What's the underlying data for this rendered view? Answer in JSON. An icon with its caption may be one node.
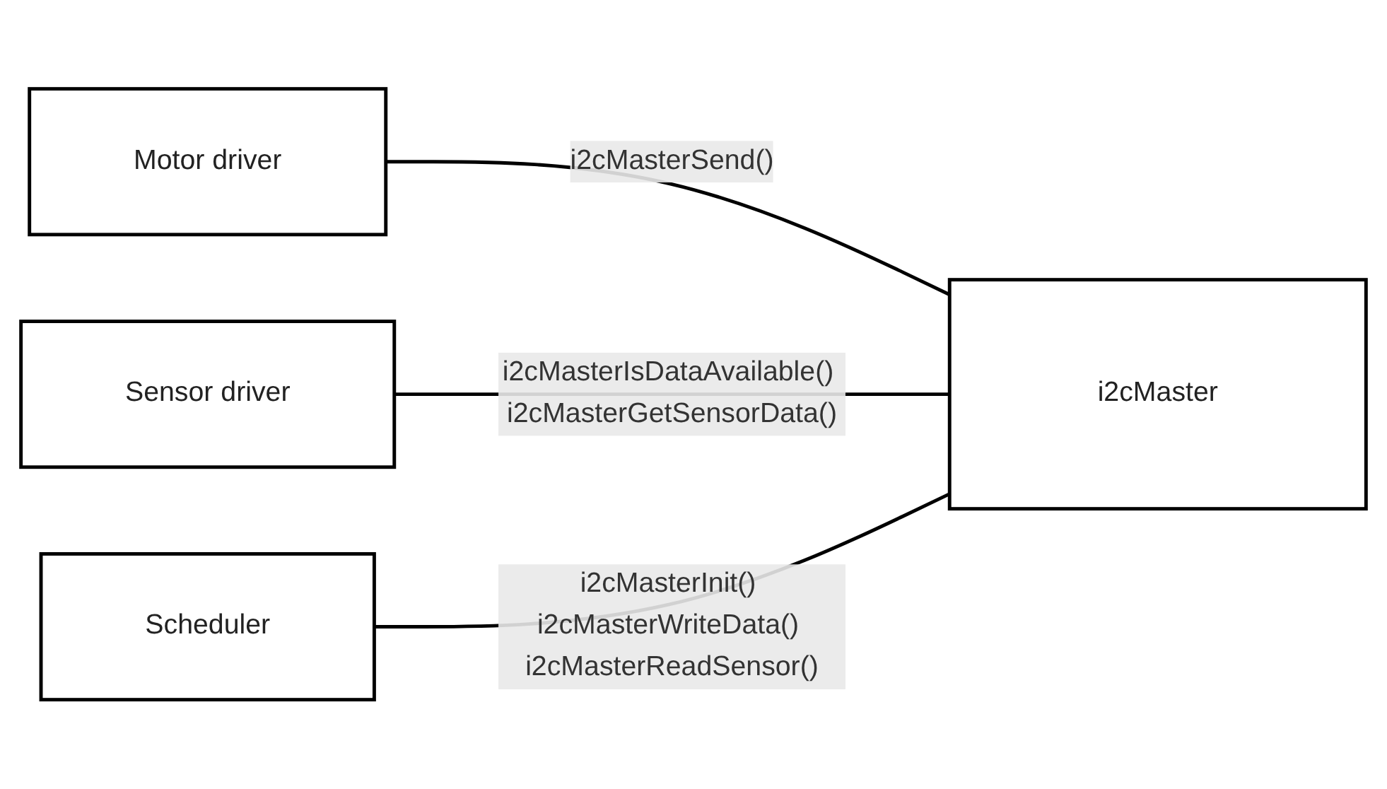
{
  "diagram": {
    "nodes": [
      {
        "text": [
          "Motor driver"
        ]
      },
      {
        "text": [
          "Sensor driver"
        ]
      },
      {
        "text": [
          "Scheduler"
        ]
      },
      {
        "text": [
          "i2cMaster"
        ]
      }
    ],
    "edges": [
      {
        "from": 0,
        "to": 3,
        "arrow": "none",
        "label": "i2cMasterSend()"
      },
      {
        "from": 1,
        "to": 3,
        "arrow": "none",
        "label": "i2cMasterIsDataAvailable() i2cMasterGetSensorData()"
      },
      {
        "from": 2,
        "to": 3,
        "arrow": "none",
        "label": "i2cMasterInit() i2cMasterWriteData() i2cMasterReadSensor()"
      }
    ]
  }
}
